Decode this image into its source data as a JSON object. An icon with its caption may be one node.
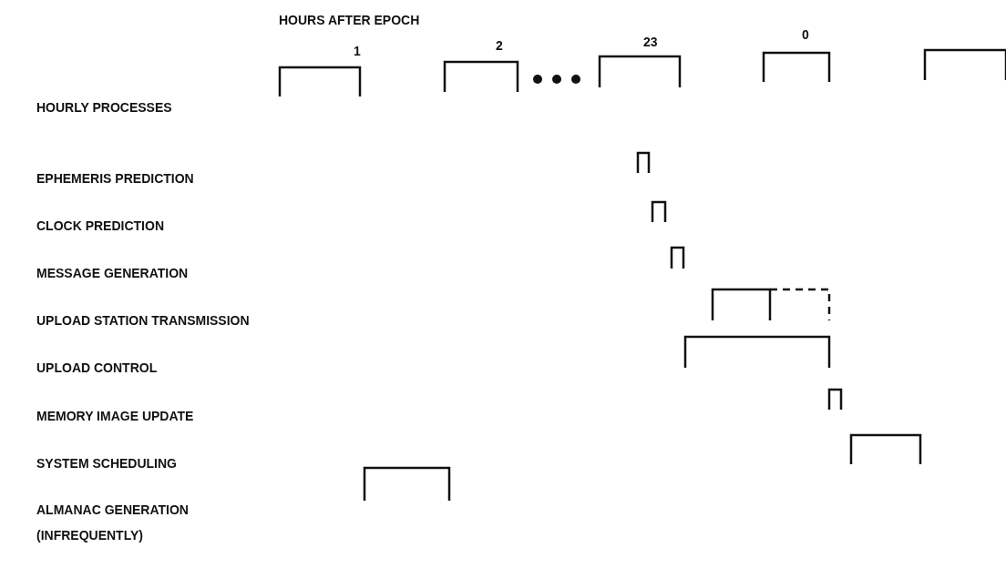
{
  "diagram": {
    "labels": [
      "HOURS AFTER EPOCH",
      "1",
      "2",
      "23",
      "0",
      "HOURLY PROCESSES",
      "EPHEMERIS PREDICTION",
      "CLOCK PREDICTION",
      "MESSAGE GENERATION",
      "UPLOAD STATION TRANSMISSION",
      "UPLOAD CONTROL",
      "MEMORY IMAGE UPDATE",
      "SYSTEM SCHEDULING",
      "ALMANAC GENERATION (INFREQUENTLY)"
    ]
  }
}
